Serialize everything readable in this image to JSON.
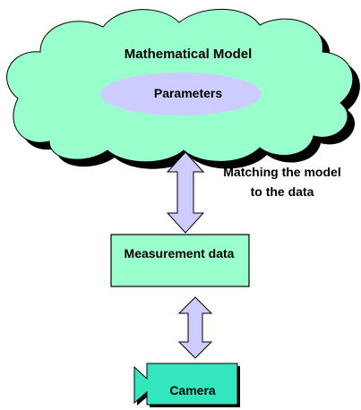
{
  "cloud": {
    "title": "Mathematical Model",
    "parameters_label": "Parameters"
  },
  "connector_top": {
    "label": "Matching the model to the data"
  },
  "measurement_box": {
    "label": "Measurement data"
  },
  "camera": {
    "label": "Camera"
  },
  "colors": {
    "cloud_fill": "#99ffcc",
    "ellipse_fill": "#ccccff",
    "arrow_fill": "#ccccff",
    "box_fill": "#99ffcc",
    "camera_fill": "#33e6c0",
    "shadow": "#000000",
    "stroke": "#000000"
  }
}
